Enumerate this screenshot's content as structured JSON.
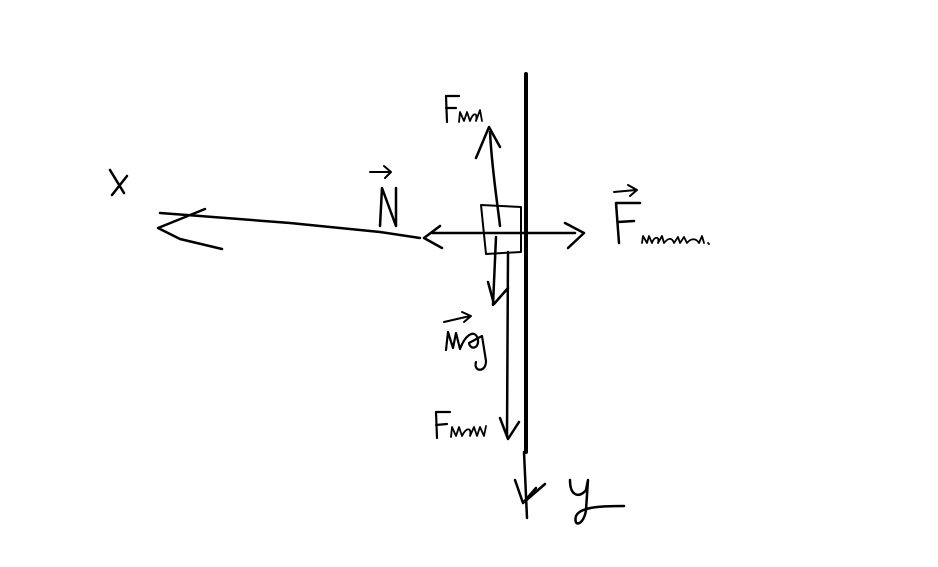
{
  "diagram": {
    "colors": {
      "background": "#ffffff",
      "ink": "#000000"
    },
    "labels": {
      "x_axis": "X",
      "y_axis": "y",
      "normal_force": "N",
      "gravity": "mg",
      "friction_up": "F",
      "friction_down": "F",
      "magnetic_force": "F"
    }
  }
}
